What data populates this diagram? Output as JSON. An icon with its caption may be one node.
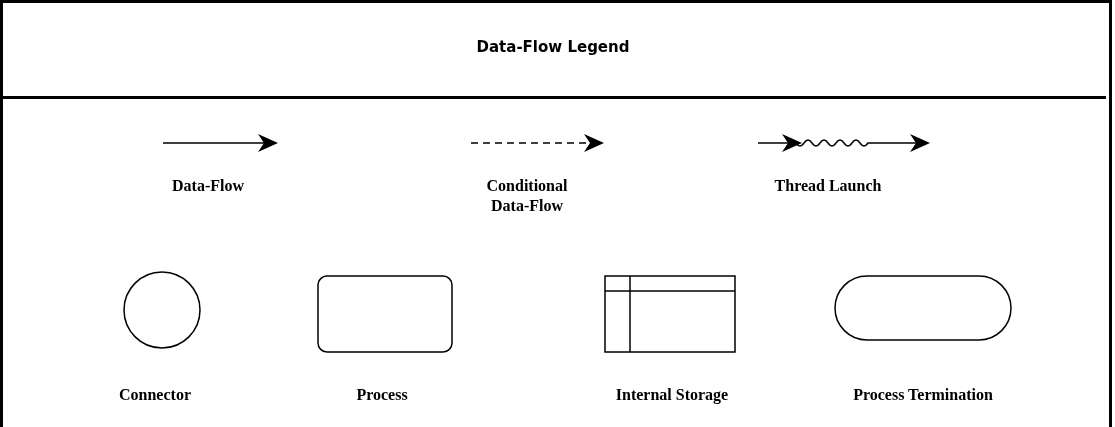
{
  "diagram": {
    "title": "Data-Flow Legend",
    "legend": [
      {
        "text": "Data-Flow"
      },
      {
        "text": "Conditional Data-Flow"
      },
      {
        "text": "Thread Launch"
      },
      {
        "text": "Connector"
      },
      {
        "text": "Process"
      },
      {
        "text": "Internal Storage"
      },
      {
        "text": "Process Termination"
      }
    ]
  }
}
